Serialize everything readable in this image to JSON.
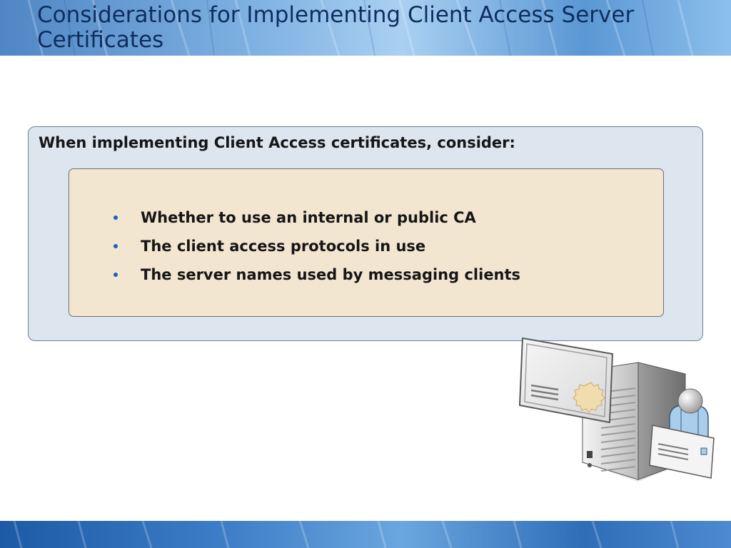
{
  "slide": {
    "title": "Considerations for Implementing Client Access Server Certificates",
    "panel_heading": "When implementing Client Access certificates, consider:",
    "bullets": [
      "Whether to use an internal or public CA",
      "The client access protocols in use",
      "The server names used by messaging clients"
    ]
  },
  "illustration": {
    "icons": [
      "certificate-icon",
      "server-icon",
      "user-icon",
      "document-icon"
    ]
  },
  "colors": {
    "title_text": "#0e2e5e",
    "outer_panel_bg": "#dde5ef",
    "inner_panel_bg": "#f2e6d1",
    "bullet": "#1f5fbf"
  }
}
